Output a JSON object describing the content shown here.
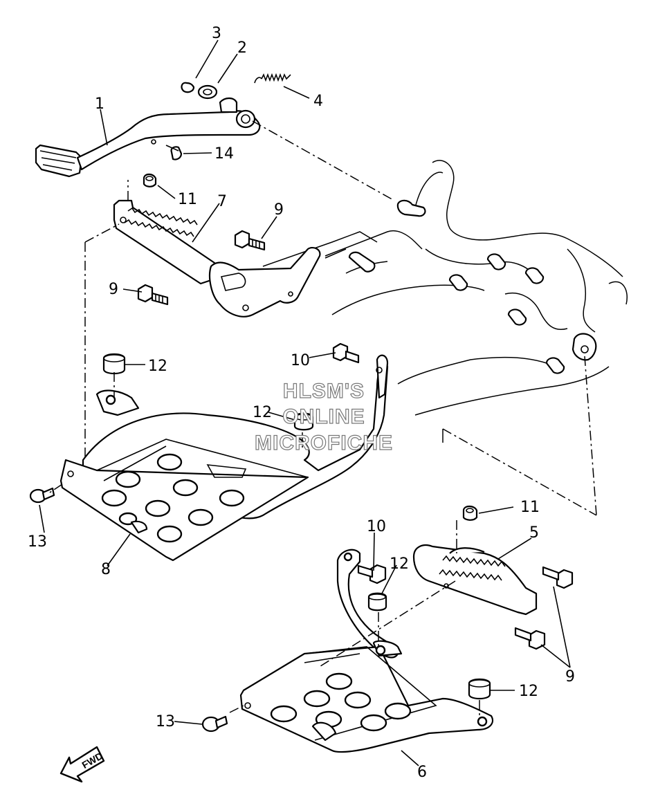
{
  "diagram": {
    "callouts": {
      "c1": "1",
      "c2": "2",
      "c3": "3",
      "c4": "4",
      "c5": "5",
      "c6": "6",
      "c7": "7",
      "c8": "8",
      "c9a": "9",
      "c9b": "9",
      "c9c": "9",
      "c10a": "10",
      "c10b": "10",
      "c11a": "11",
      "c11b": "11",
      "c12a": "12",
      "c12b": "12",
      "c12c": "12",
      "c12d": "12",
      "c13a": "13",
      "c13b": "13",
      "c14": "14"
    },
    "watermark": {
      "line1": "HLSM'S",
      "line2": "ONLINE",
      "line3": "MICROFICHE"
    },
    "fwd_label": "FWD"
  }
}
